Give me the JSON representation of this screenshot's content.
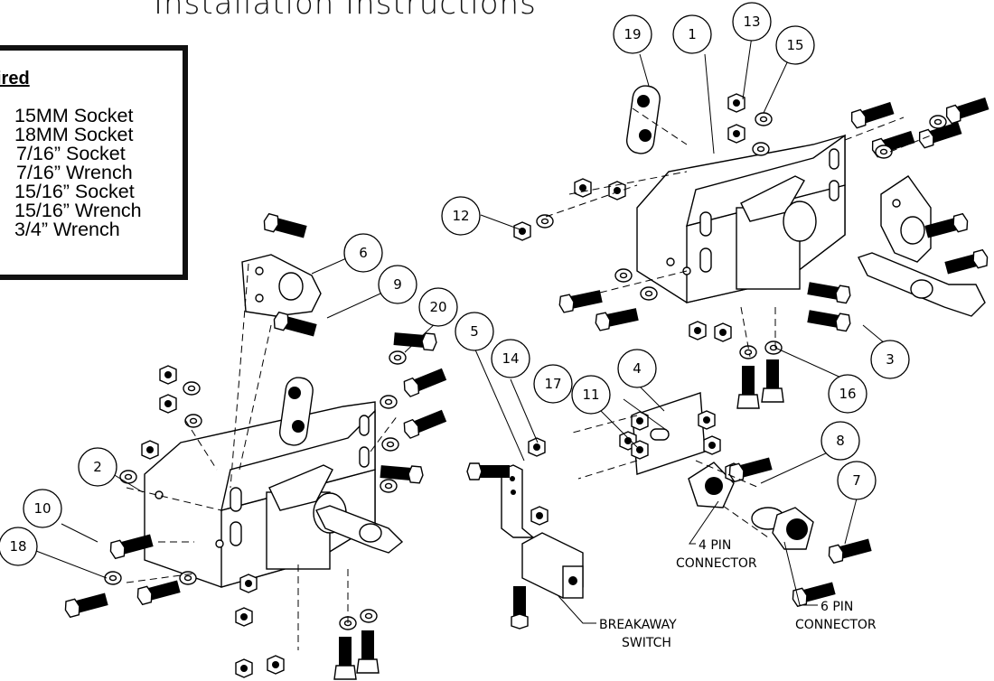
{
  "title": "Installation Instructions",
  "tools": {
    "heading": "ired",
    "items": [
      "15MM Socket",
      "18MM Socket",
      "7/16” Socket",
      "7/16” Wrench",
      "15/16” Socket",
      "15/16” Wrench",
      "3/4” Wrench"
    ]
  },
  "callouts": [
    {
      "id": "c19",
      "label": "19"
    },
    {
      "id": "c1",
      "label": "1"
    },
    {
      "id": "c13",
      "label": "13"
    },
    {
      "id": "c15",
      "label": "15"
    },
    {
      "id": "c12",
      "label": "12"
    },
    {
      "id": "c6",
      "label": "6"
    },
    {
      "id": "c9",
      "label": "9"
    },
    {
      "id": "c20",
      "label": "20"
    },
    {
      "id": "c5",
      "label": "5"
    },
    {
      "id": "c14",
      "label": "14"
    },
    {
      "id": "c4",
      "label": "4"
    },
    {
      "id": "c17",
      "label": "17"
    },
    {
      "id": "c11",
      "label": "11"
    },
    {
      "id": "c3",
      "label": "3"
    },
    {
      "id": "c16",
      "label": "16"
    },
    {
      "id": "c8",
      "label": "8"
    },
    {
      "id": "c7",
      "label": "7"
    },
    {
      "id": "c2",
      "label": "2"
    },
    {
      "id": "c10",
      "label": "10"
    },
    {
      "id": "c18",
      "label": "18"
    }
  ],
  "labels": {
    "pin4_line1": "4 PIN",
    "pin4_line2": "CONNECTOR",
    "pin6_line1": "6 PIN",
    "pin6_line2": "CONNECTOR",
    "breakaway_line1": "BREAKAWAY",
    "breakaway_line2": "SWITCH"
  }
}
